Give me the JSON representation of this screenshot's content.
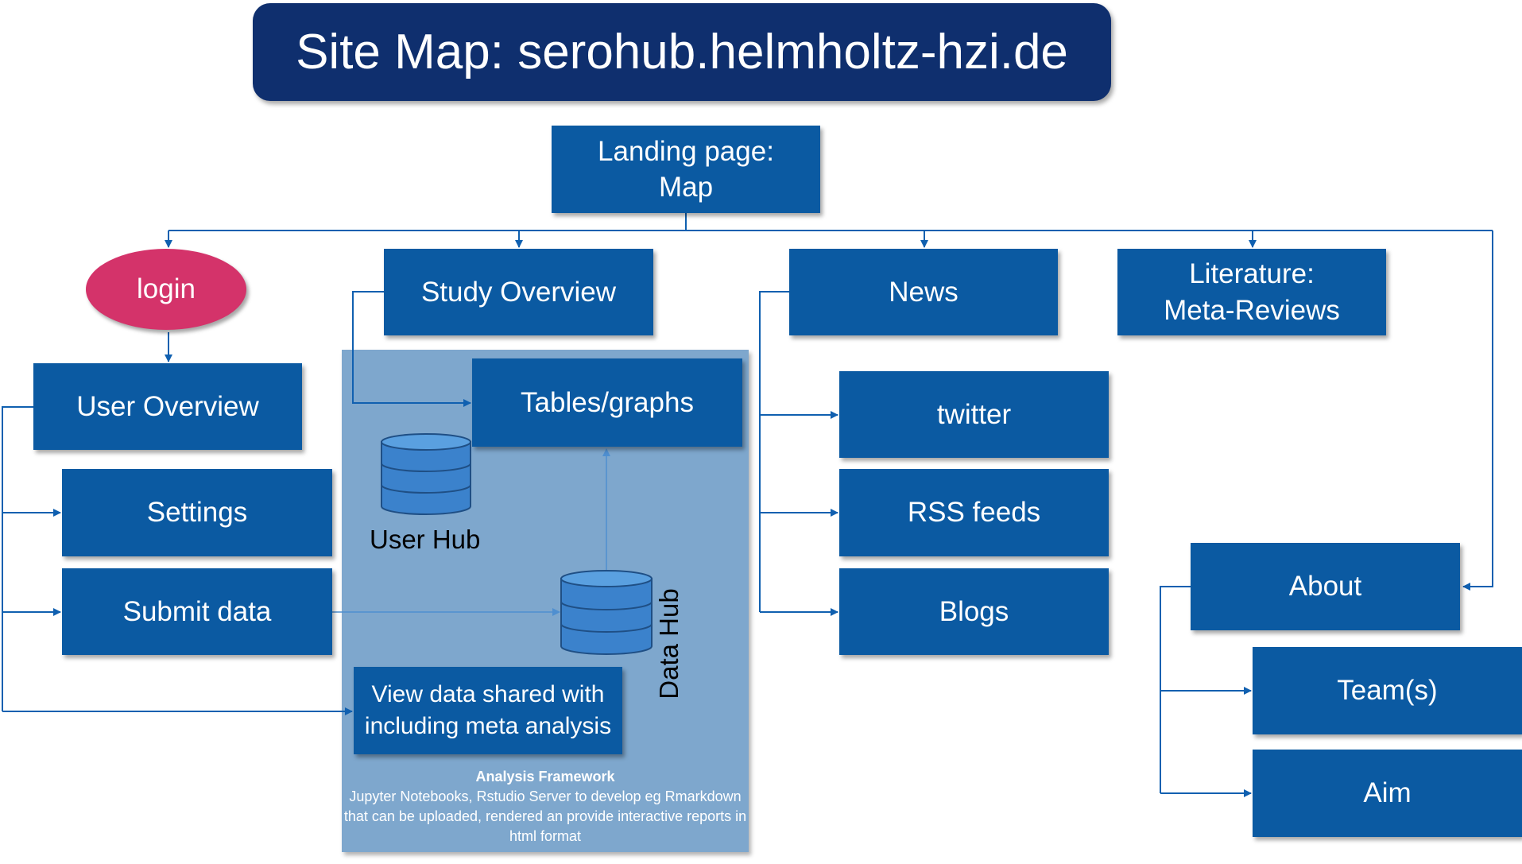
{
  "title": "Site Map: serohub.helmholtz-hzi.de",
  "nodes": {
    "landing_line1": "Landing page:",
    "landing_line2": "Map",
    "login": "login",
    "study_overview": "Study Overview",
    "news": "News",
    "literature_line1": "Literature:",
    "literature_line2": "Meta-Reviews",
    "user_overview": "User Overview",
    "settings": "Settings",
    "submit_data": "Submit data",
    "tables_graphs": "Tables/graphs",
    "view_data": "View data shared with including meta analysis",
    "twitter": "twitter",
    "rss_feeds": "RSS feeds",
    "blogs": "Blogs",
    "about": "About",
    "teams": "Team(s)",
    "aim": "Aim"
  },
  "hubs": {
    "user_hub": "User Hub",
    "data_hub": "Data Hub"
  },
  "analysis_framework": {
    "title": "Analysis Framework",
    "description": "Jupyter Notebooks, Rstudio Server to  develop eg Rmarkdown that can be uploaded, rendered an provide interactive reports in html format"
  },
  "icons": {
    "user_hub": "database-icon",
    "data_hub": "database-icon"
  },
  "colors": {
    "title_bg": "#0f2f6e",
    "node_bg": "#0b5aa2",
    "login_bg": "#d4336a",
    "panel_bg": "#7ea7cd",
    "connector": "#1060b0"
  }
}
